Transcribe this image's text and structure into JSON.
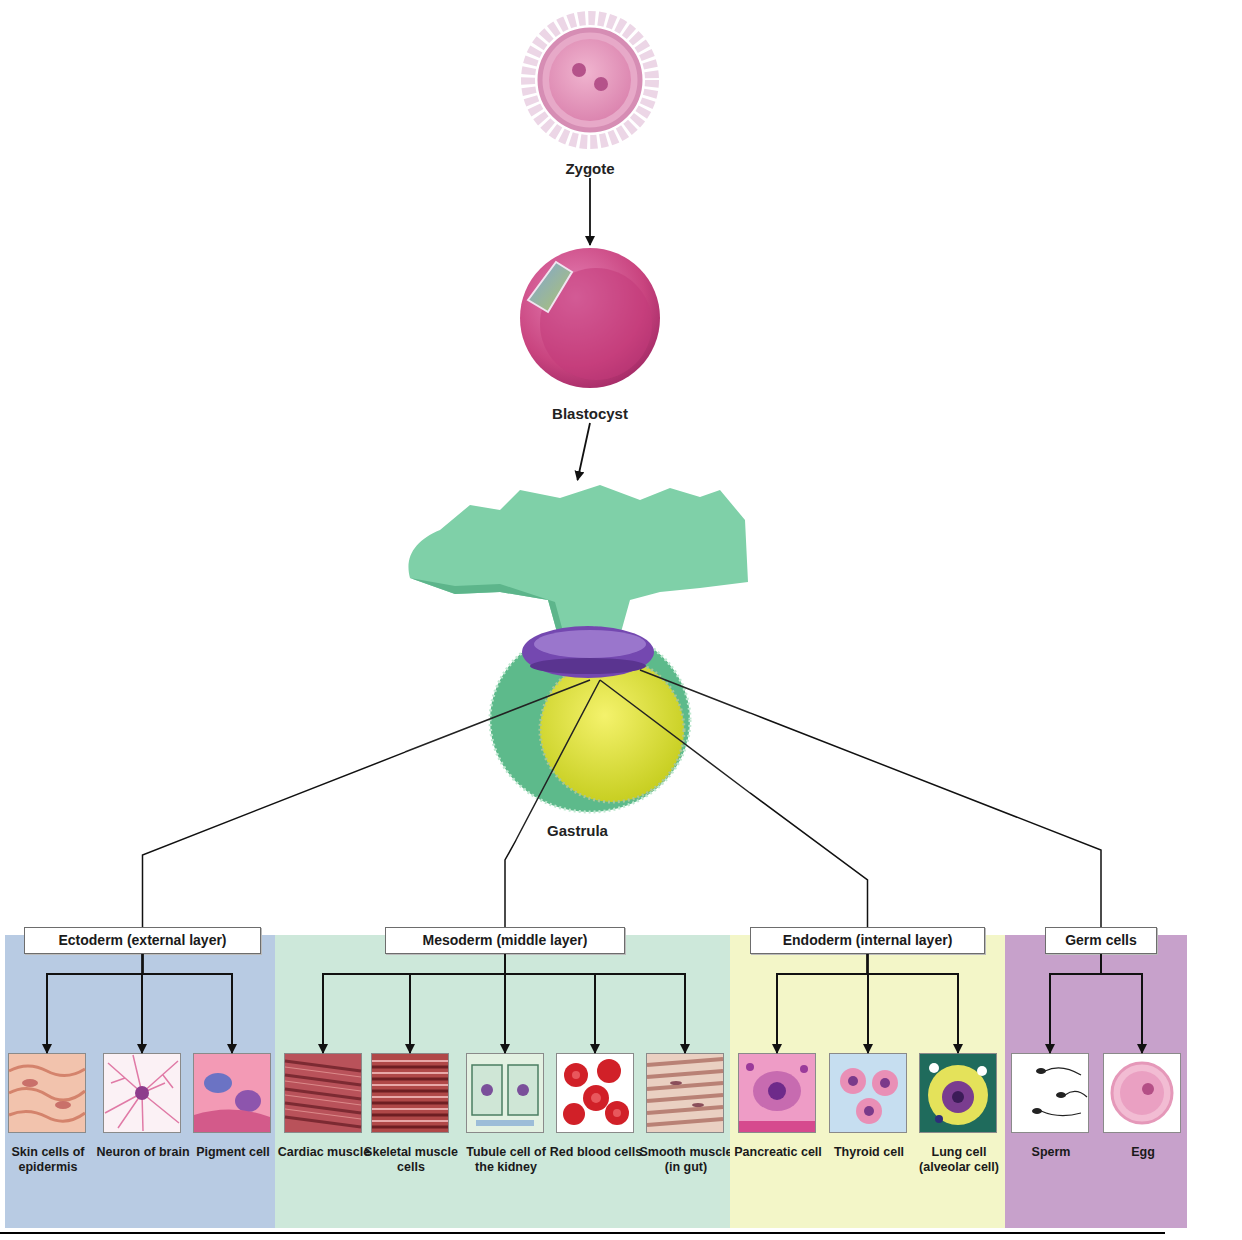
{
  "diagram": {
    "nodes": [
      {
        "text": [
          "Zygote"
        ]
      },
      {
        "text": [
          "Blastocyst"
        ]
      },
      {
        "text": [
          "Gastrula"
        ]
      },
      {
        "text": [
          "Ectoderm (external layer)"
        ]
      },
      {
        "text": [
          "Skin cells of epidermis"
        ],
        "in": 3
      },
      {
        "text": [
          "Neuron of brain"
        ],
        "in": 3
      },
      {
        "text": [
          "Pigment cell"
        ],
        "in": 3
      },
      {
        "text": [
          "Mesoderm (middle layer)"
        ]
      },
      {
        "text": [
          "Cardiac muscle"
        ],
        "in": 7
      },
      {
        "text": [
          "Skeletal muscle cells"
        ],
        "in": 7
      },
      {
        "text": [
          "Tubule cell of the kidney"
        ],
        "in": 7
      },
      {
        "text": [
          "Red blood cells"
        ],
        "in": 7
      },
      {
        "text": [
          "Smooth muscle (in gut)"
        ],
        "in": 7
      },
      {
        "text": [
          "Endoderm (internal layer)"
        ]
      },
      {
        "text": [
          "Pancreatic cell"
        ],
        "in": 13
      },
      {
        "text": [
          "Thyroid cell"
        ],
        "in": 13
      },
      {
        "text": [
          "Lung cell (alveolar cell)"
        ],
        "in": 13
      },
      {
        "text": [
          "Germ cells"
        ]
      },
      {
        "text": [
          "Sperm"
        ],
        "in": 17
      },
      {
        "text": [
          "Egg"
        ],
        "in": 17
      }
    ],
    "edges": [
      {
        "from": 0,
        "to": 1,
        "arrow": "to"
      },
      {
        "from": 1,
        "to": 2,
        "arrow": "to"
      },
      {
        "from": 2,
        "to": 3,
        "arrow": "none"
      },
      {
        "from": 2,
        "to": 7,
        "arrow": "none"
      },
      {
        "from": 2,
        "to": 13,
        "arrow": "none"
      },
      {
        "from": 2,
        "to": 17,
        "arrow": "none"
      },
      {
        "from": 3,
        "to": 4,
        "arrow": "to"
      },
      {
        "from": 3,
        "to": 5,
        "arrow": "to"
      },
      {
        "from": 3,
        "to": 6,
        "arrow": "to"
      },
      {
        "from": 7,
        "to": 8,
        "arrow": "to"
      },
      {
        "from": 7,
        "to": 9,
        "arrow": "to"
      },
      {
        "from": 7,
        "to": 10,
        "arrow": "to"
      },
      {
        "from": 7,
        "to": 11,
        "arrow": "to"
      },
      {
        "from": 7,
        "to": 12,
        "arrow": "to"
      },
      {
        "from": 13,
        "to": 14,
        "arrow": "to"
      },
      {
        "from": 13,
        "to": 15,
        "arrow": "to"
      },
      {
        "from": 13,
        "to": 16,
        "arrow": "to"
      },
      {
        "from": 17,
        "to": 18,
        "arrow": "to"
      },
      {
        "from": 17,
        "to": 19,
        "arrow": "to"
      }
    ]
  }
}
